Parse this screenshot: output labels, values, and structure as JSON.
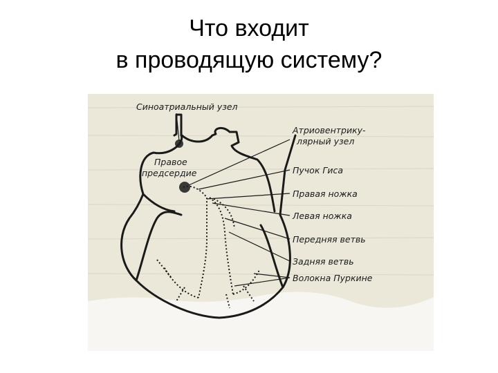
{
  "slide": {
    "title_line1": "Что входит",
    "title_line2": "в проводящую систему?"
  },
  "diagram": {
    "labels": {
      "sa_node": "Синоатриальный узел",
      "right_atrium_1": "Правое",
      "right_atrium_2": "предсердие",
      "av_node_1": "Атриовентрику-",
      "av_node_2": "лярный узел",
      "his_bundle": "Пучок Гиса",
      "right_branch": "Правая ножка",
      "left_branch": "Левая ножка",
      "anterior_branch": "Передняя ветвь",
      "posterior_branch": "Задняя ветвь",
      "purkinje_fibers": "Волокна Пуркине"
    },
    "colors": {
      "paper": "#ebe7d9",
      "ink": "#1a1a1a"
    }
  }
}
